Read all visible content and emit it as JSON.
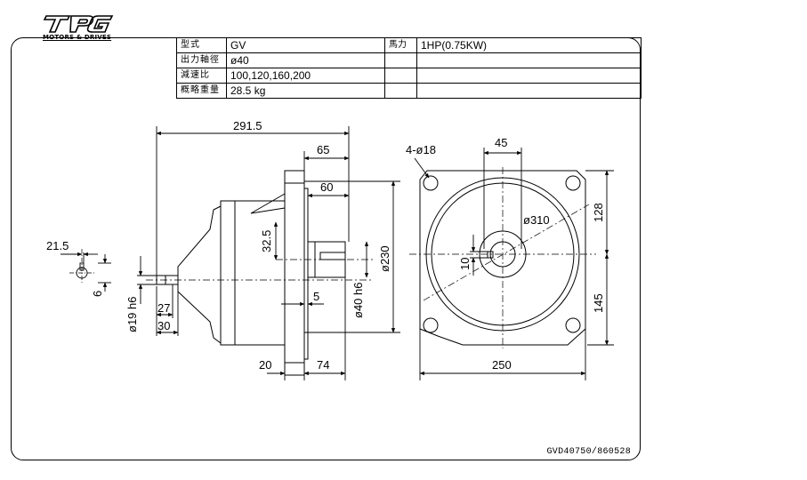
{
  "logo": {
    "mark": "TPG",
    "subtitle": "MOTORS & DRIVES"
  },
  "spec": {
    "rows": [
      {
        "k1": "型式",
        "v1": "GV",
        "k2": "馬力",
        "v2": "1HP(0.75KW)"
      },
      {
        "k1": "出力軸徑",
        "v1": "ø40",
        "k2": "",
        "v2": ""
      },
      {
        "k1": "減速比",
        "v1": "100,120,160,200",
        "k2": "",
        "v2": ""
      },
      {
        "k1": "概略重量",
        "v1": "28.5 kg",
        "k2": "",
        "v2": ""
      }
    ]
  },
  "dims": {
    "overall": "291.5",
    "d65": "65",
    "d60": "60",
    "d32_5": "32.5",
    "d230": "ø230",
    "d40h6": "ø40 h6",
    "d5": "5",
    "d21_5": "21.5",
    "d6": "6",
    "d19h6": "ø19 h6",
    "d27": "27",
    "d30": "30",
    "d20": "20",
    "d74": "74",
    "holes": "4-ø18",
    "d45": "45",
    "d310": "ø310",
    "d128": "128",
    "d10": "10",
    "d145": "145",
    "d250": "250"
  },
  "drawing_code": "GVD40750/860528"
}
